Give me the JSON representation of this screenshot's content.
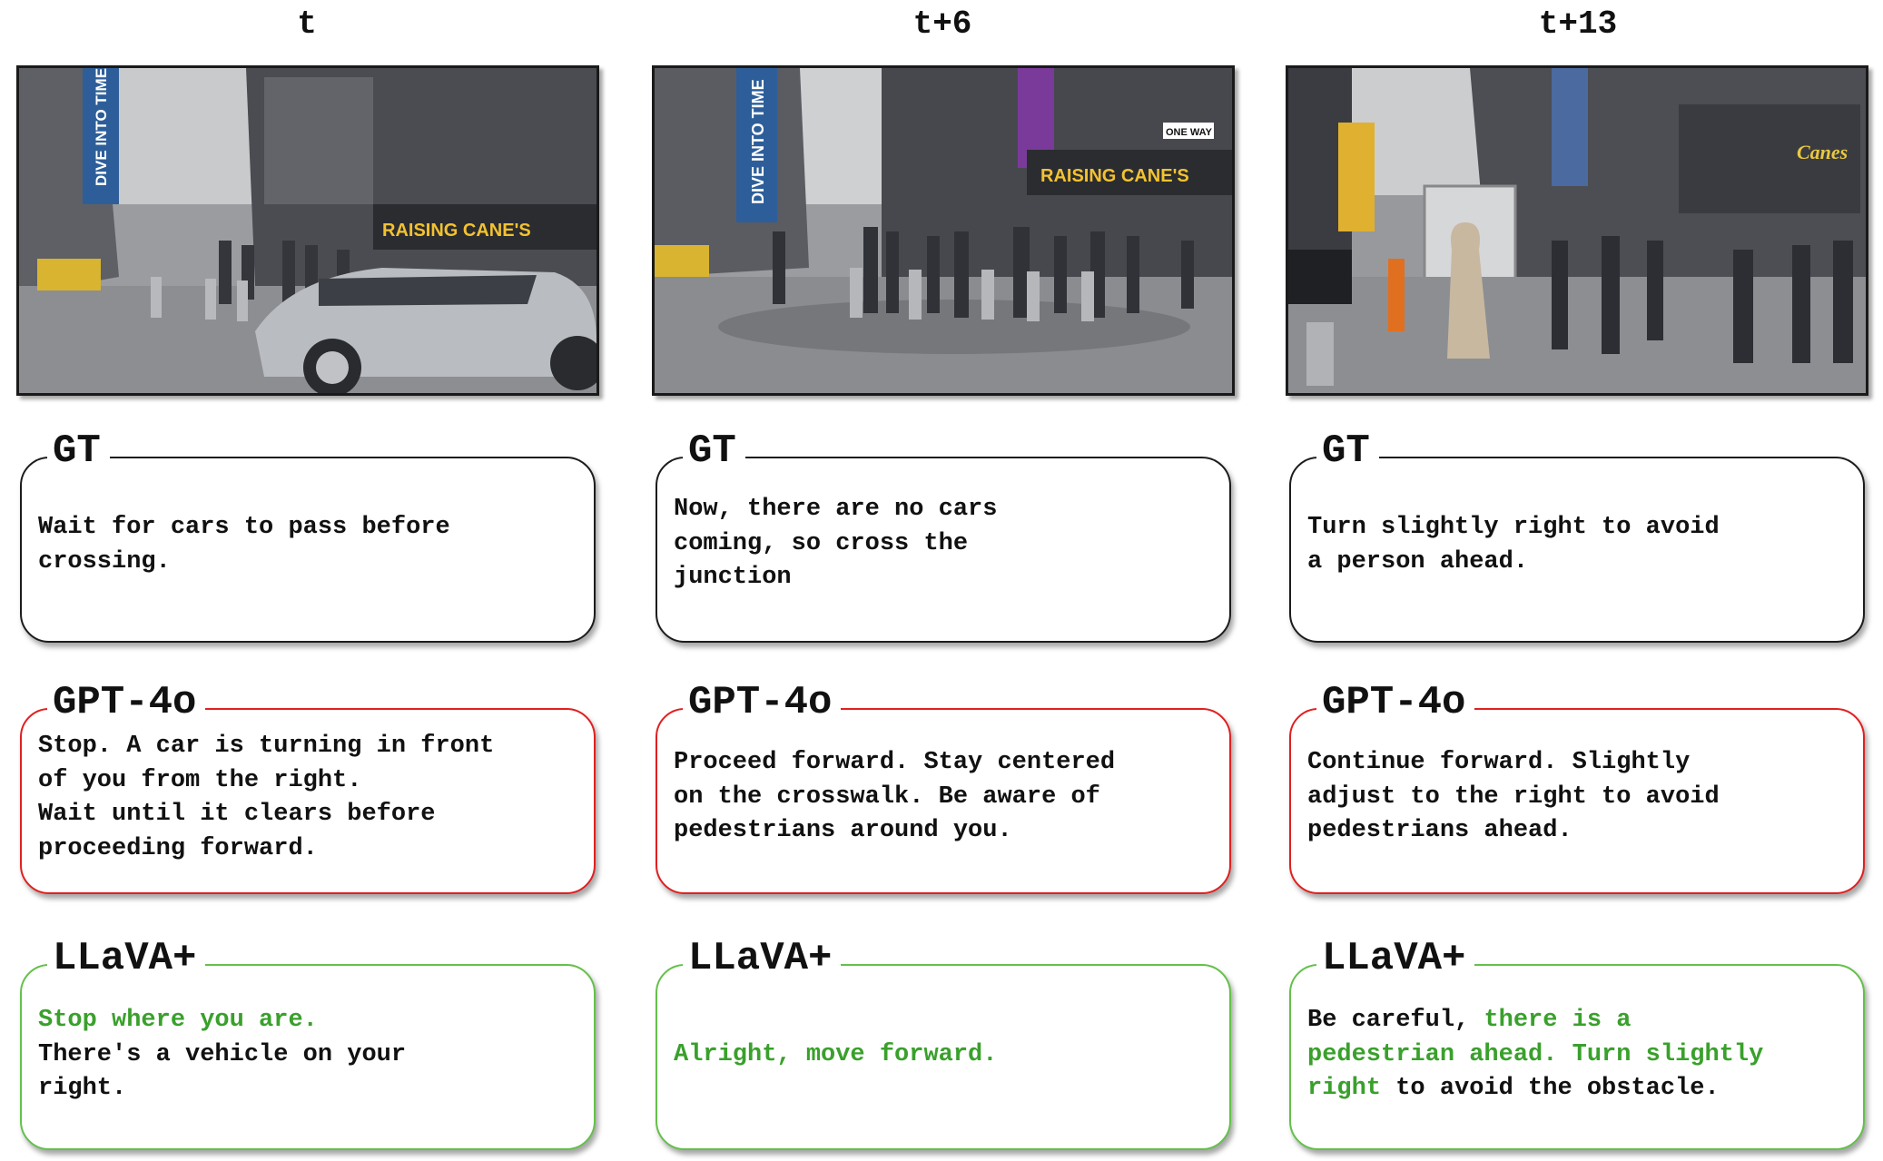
{
  "columns": [
    {
      "header": "t",
      "gt": {
        "label": "GT",
        "text": "Wait for cars to pass before\ncrossing."
      },
      "gpt": {
        "label": "GPT-4o",
        "text": "Stop. A car is turning in front\nof you from the right.\nWait until it clears before\nproceeding forward."
      },
      "llava": {
        "label": "LLaVA+",
        "green_part": "Stop where you are.",
        "rest_part": "There's a vehicle on your\nright."
      }
    },
    {
      "header": "t+6",
      "gt": {
        "label": "GT",
        "text": "Now, there are no cars\ncoming, so cross the\njunction"
      },
      "gpt": {
        "label": "GPT-4o",
        "text": "Proceed forward. Stay centered\non the crosswalk. Be aware of\npedestrians around you."
      },
      "llava": {
        "label": "LLaVA+",
        "green_part": "Alright, move forward.",
        "rest_part": ""
      }
    },
    {
      "header": "t+13",
      "gt": {
        "label": "GT",
        "text": "Turn slightly right to avoid\na person ahead."
      },
      "gpt": {
        "label": "GPT-4o",
        "text": "Continue forward. Slightly\nadjust to the right to avoid\npedestrians ahead."
      },
      "llava": {
        "label": "LLaVA+",
        "prefix_part": "Be careful, ",
        "green_part": "there is a\npedestrian ahead. Turn slightly\nright",
        "suffix_part": " to avoid the obstacle."
      }
    }
  ],
  "colors": {
    "red_border": "#e02020",
    "green_border": "#64c04a",
    "green_text": "#3aa02c"
  },
  "street_signs": {
    "billboard": "DIVE INTO TIME",
    "restaurant": "RAISING CANE'S",
    "oneway": "ONE WAY",
    "canes": "Canes"
  }
}
